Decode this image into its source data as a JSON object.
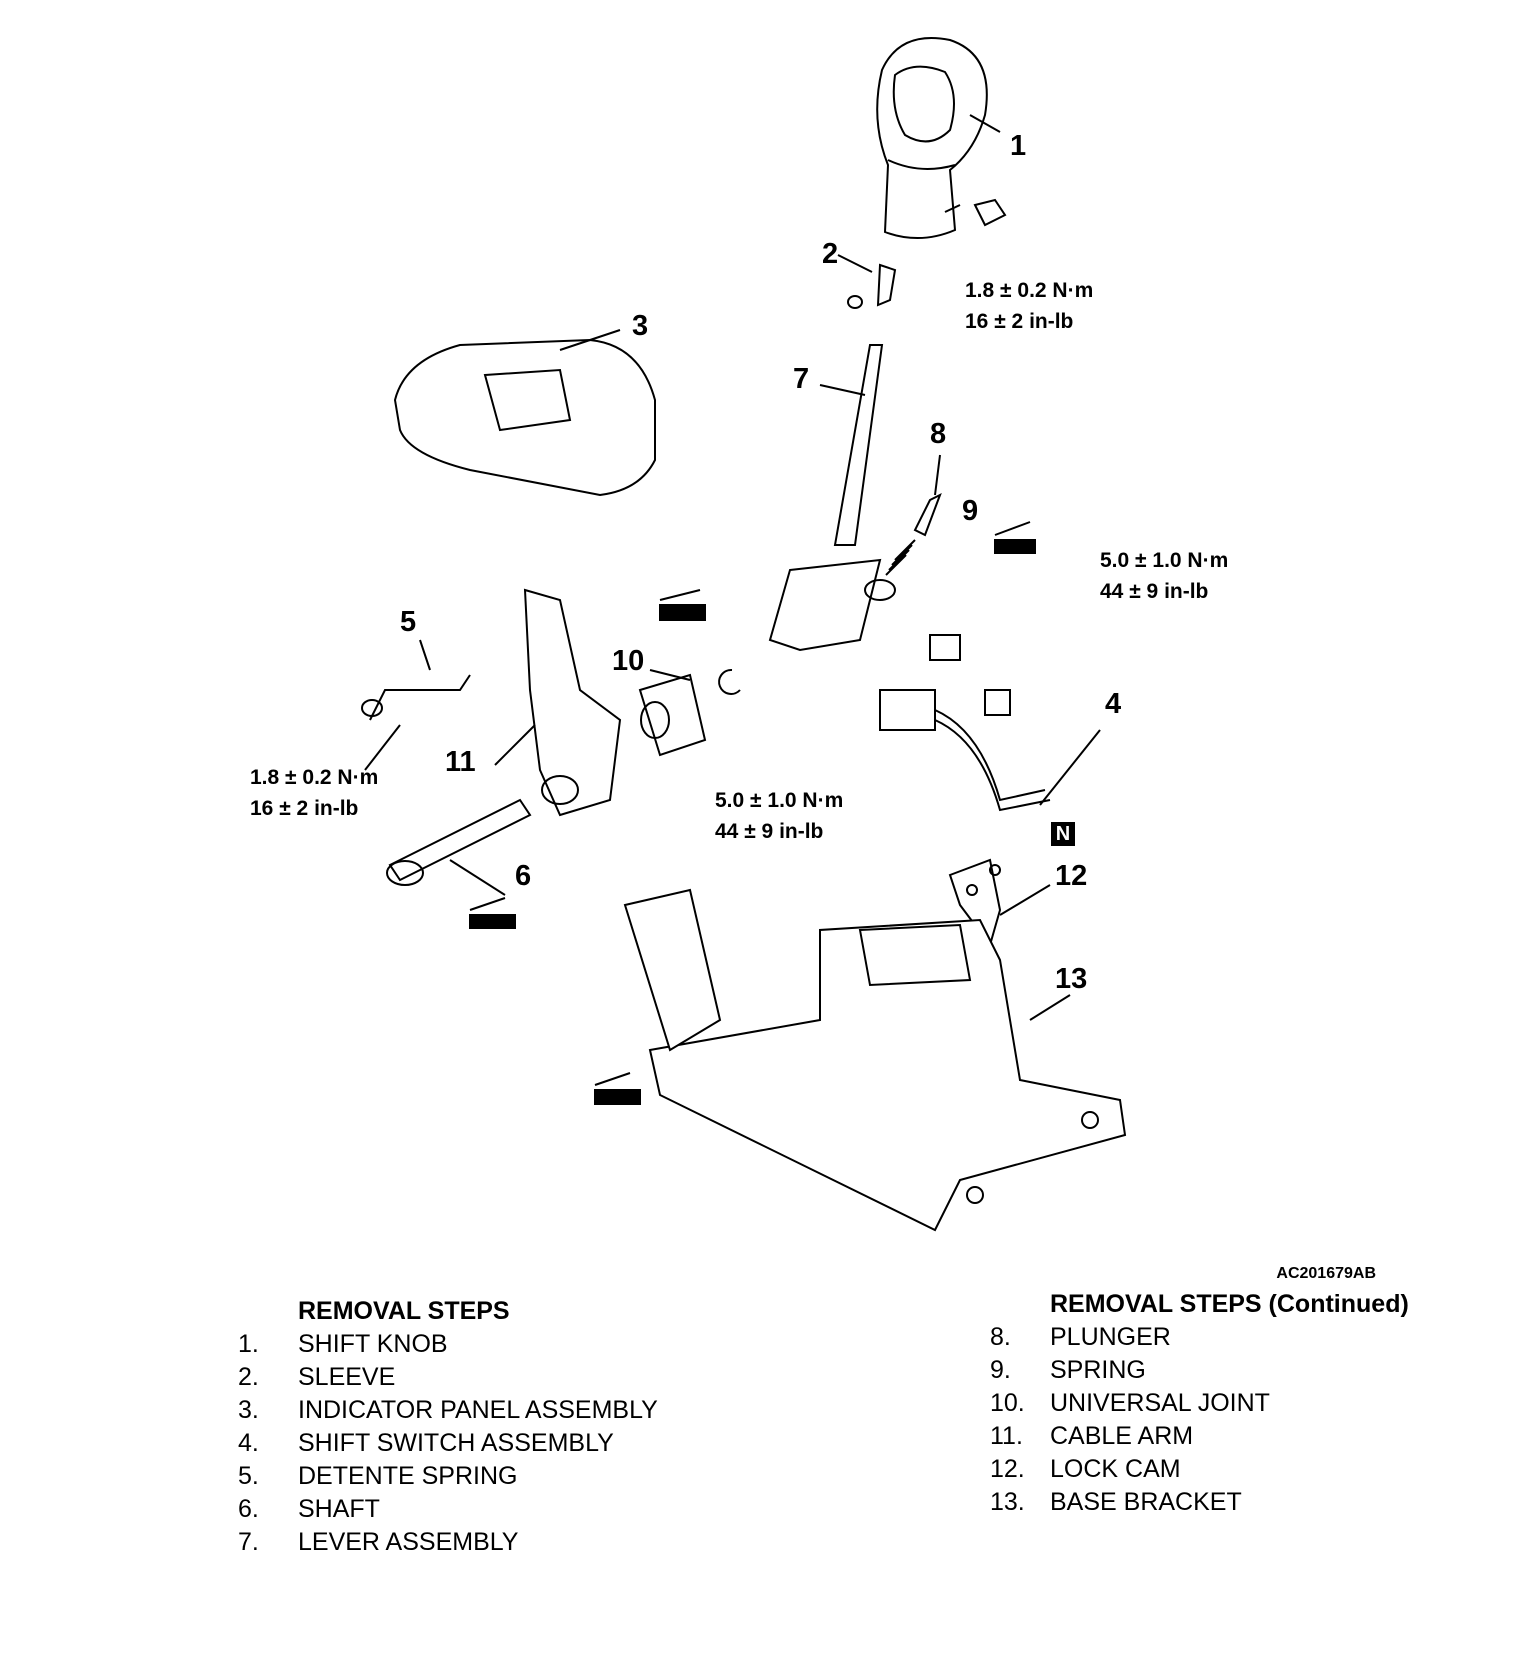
{
  "figure_id": "AC201679AB",
  "callouts": {
    "c1": "1",
    "c2": "2",
    "c3": "3",
    "c4": "4",
    "c5": "5",
    "c6": "6",
    "c7": "7",
    "c8": "8",
    "c9": "9",
    "c10": "10",
    "c11": "11",
    "c12": "12",
    "c13": "13"
  },
  "torque_specs": {
    "knob_screw": {
      "metric": "1.8 ± 0.2 N·m",
      "imperial": "16 ± 2 in-lb"
    },
    "switch_upper": {
      "metric": "5.0 ± 1.0 N·m",
      "imperial": "44 ± 9 in-lb"
    },
    "switch_lower": {
      "metric": "5.0 ± 1.0 N·m",
      "imperial": "44 ± 9 in-lb"
    },
    "detente_spring": {
      "metric": "1.8 ± 0.2 N·m",
      "imperial": "16 ± 2 in-lb"
    }
  },
  "n_badge": "N",
  "removal_steps": {
    "title": "REMOVAL STEPS",
    "items": [
      {
        "num": "1.",
        "label": "SHIFT KNOB"
      },
      {
        "num": "2.",
        "label": "SLEEVE"
      },
      {
        "num": "3.",
        "label": "INDICATOR PANEL ASSEMBLY"
      },
      {
        "num": "4.",
        "label": "SHIFT SWITCH ASSEMBLY"
      },
      {
        "num": "5.",
        "label": "DETENTE SPRING"
      },
      {
        "num": "6.",
        "label": "SHAFT"
      },
      {
        "num": "7.",
        "label": "LEVER ASSEMBLY"
      }
    ]
  },
  "removal_steps_continued": {
    "title": "REMOVAL STEPS (Continued)",
    "items": [
      {
        "num": "8.",
        "label": "PLUNGER"
      },
      {
        "num": "9.",
        "label": "SPRING"
      },
      {
        "num": "10.",
        "label": "UNIVERSAL JOINT"
      },
      {
        "num": "11.",
        "label": "CABLE ARM"
      },
      {
        "num": "12.",
        "label": "LOCK CAM"
      },
      {
        "num": "13.",
        "label": "BASE BRACKET"
      }
    ]
  }
}
